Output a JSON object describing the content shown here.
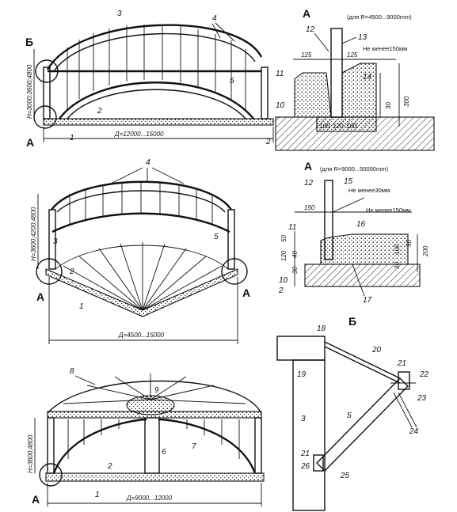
{
  "captions": {
    "view_a_1": "А",
    "view_a_2": "А",
    "view_a_left": "А",
    "view_a_right": "А",
    "view_a_bottom": "А",
    "view_a_top_left": "А",
    "view_b_left": "Б",
    "view_b_detail": "Б"
  },
  "notes": {
    "range_1": "(для R=4500...9000mm)",
    "range_2": "(для R=9000...50000mm)",
    "min150_1": "Не менее150мм",
    "min30": "Не менее30мм",
    "min150_2": "Не менее150мм"
  },
  "dimensions": {
    "d1": "Д=12000...15000",
    "h1": "H=3000;3600;4800",
    "d2": "Д=4500...15000",
    "h2": "H=3600;4200;4800",
    "d3": "Д=9000...12000",
    "h3": "H=3600;4800",
    "sa_125a": "125",
    "sa_125b": "125",
    "sa_30": "30",
    "sa_300": "300",
    "sa_100a": "100",
    "sa_120": "120",
    "sa_100b": "100",
    "sb_150": "150",
    "sb_50a": "50",
    "sb_50b": "50",
    "sb_120": "120",
    "sb_40": "40",
    "sb_30a": "30",
    "sb_30b": "30",
    "sb_100": "100",
    "sb_200": "200"
  },
  "numbers": {
    "t1": "3",
    "t2": "4",
    "t3": "5",
    "t4": "2",
    "t5": "1",
    "a12": "12",
    "a13": "13",
    "a11": "11",
    "a14": "14",
    "a10": "10",
    "a2": "2",
    "m4": "4",
    "m3": "3",
    "m5": "5",
    "m2": "2",
    "m1": "1",
    "b12": "12",
    "b15": "15",
    "b11": "11",
    "b16": "16",
    "b10": "10",
    "b2": "2",
    "b17": "17",
    "l8": "8",
    "l9": "9",
    "l6": "6",
    "l7": "7",
    "l2": "2",
    "l1": "1",
    "d18": "18",
    "d19": "19",
    "d20": "20",
    "d21a": "21",
    "d22": "22",
    "d23": "23",
    "d3": "3",
    "d5": "5",
    "d24": "24",
    "d21b": "21",
    "d26": "26",
    "d25": "25"
  }
}
